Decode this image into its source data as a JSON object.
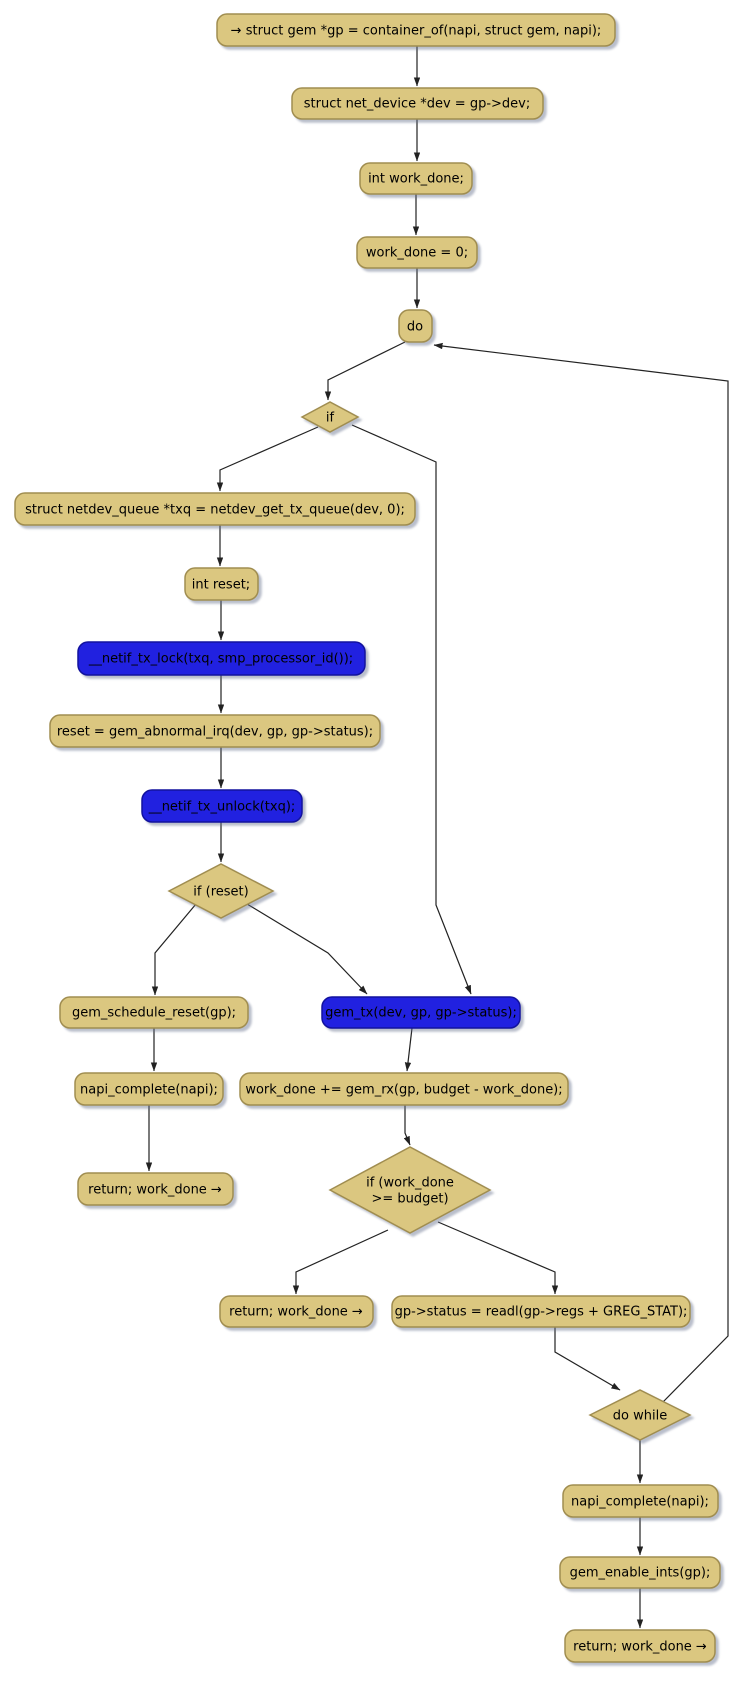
{
  "flowchart": {
    "colors": {
      "background": "#ffffff",
      "node_fill": "#dbc780",
      "node_border": "#a08d50",
      "highlight_fill": "#2121e0",
      "highlight_border": "#12129e",
      "text": "#000000",
      "edge": "#222222",
      "shadow": "#6e7a8c"
    },
    "nodes": {
      "start": {
        "label": "→ struct gem *gp = container_of(napi, struct gem, napi);",
        "shape": "rounded",
        "highlighted": false
      },
      "net_device": {
        "label": "struct net_device *dev = gp->dev;",
        "shape": "rounded",
        "highlighted": false
      },
      "work_done_decl": {
        "label": "int work_done;",
        "shape": "rounded",
        "highlighted": false
      },
      "work_done_init": {
        "label": "work_done = 0;",
        "shape": "rounded",
        "highlighted": false
      },
      "do_loop": {
        "label": "do",
        "shape": "rounded",
        "highlighted": false
      },
      "if_cond": {
        "label": "if",
        "shape": "diamond",
        "highlighted": false
      },
      "txq": {
        "label": "struct netdev_queue *txq = netdev_get_tx_queue(dev, 0);",
        "shape": "rounded",
        "highlighted": false
      },
      "reset_decl": {
        "label": "int reset;",
        "shape": "rounded",
        "highlighted": false
      },
      "tx_lock": {
        "label": "__netif_tx_lock(txq, smp_processor_id());",
        "shape": "rounded",
        "highlighted": true
      },
      "abnormal_irq": {
        "label": "reset = gem_abnormal_irq(dev, gp, gp->status);",
        "shape": "rounded",
        "highlighted": false
      },
      "tx_unlock": {
        "label": "__netif_tx_unlock(txq);",
        "shape": "rounded",
        "highlighted": true
      },
      "if_reset": {
        "label": "if (reset)",
        "shape": "diamond",
        "highlighted": false
      },
      "schedule_reset": {
        "label": "gem_schedule_reset(gp);",
        "shape": "rounded",
        "highlighted": false
      },
      "gem_tx": {
        "label": "gem_tx(dev, gp, gp->status);",
        "shape": "rounded",
        "highlighted": true
      },
      "napi_complete_1": {
        "label": "napi_complete(napi);",
        "shape": "rounded",
        "highlighted": false
      },
      "gem_rx": {
        "label": "work_done += gem_rx(gp, budget - work_done);",
        "shape": "rounded",
        "highlighted": false
      },
      "return_1": {
        "label": "return; work_done →",
        "shape": "rounded",
        "highlighted": false
      },
      "if_budget": {
        "label_line1": "if (work_done",
        "label_line2": ">= budget)",
        "shape": "diamond",
        "highlighted": false
      },
      "return_2": {
        "label": "return; work_done →",
        "shape": "rounded",
        "highlighted": false
      },
      "read_status": {
        "label": "gp->status = readl(gp->regs + GREG_STAT);",
        "shape": "rounded",
        "highlighted": false
      },
      "do_while": {
        "label": "do while",
        "shape": "diamond",
        "highlighted": false
      },
      "napi_complete_2": {
        "label": "napi_complete(napi);",
        "shape": "rounded",
        "highlighted": false
      },
      "enable_ints": {
        "label": "gem_enable_ints(gp);",
        "shape": "rounded",
        "highlighted": false
      },
      "return_3": {
        "label": "return; work_done →",
        "shape": "rounded",
        "highlighted": false
      }
    },
    "edges": [
      {
        "from": "start",
        "to": "net_device"
      },
      {
        "from": "net_device",
        "to": "work_done_decl"
      },
      {
        "from": "work_done_decl",
        "to": "work_done_init"
      },
      {
        "from": "work_done_init",
        "to": "do_loop"
      },
      {
        "from": "do_loop",
        "to": "if_cond"
      },
      {
        "from": "if_cond",
        "to": "txq"
      },
      {
        "from": "if_cond",
        "to": "gem_tx"
      },
      {
        "from": "txq",
        "to": "reset_decl"
      },
      {
        "from": "reset_decl",
        "to": "tx_lock"
      },
      {
        "from": "tx_lock",
        "to": "abnormal_irq"
      },
      {
        "from": "abnormal_irq",
        "to": "tx_unlock"
      },
      {
        "from": "tx_unlock",
        "to": "if_reset"
      },
      {
        "from": "if_reset",
        "to": "schedule_reset"
      },
      {
        "from": "if_reset",
        "to": "gem_tx"
      },
      {
        "from": "schedule_reset",
        "to": "napi_complete_1"
      },
      {
        "from": "napi_complete_1",
        "to": "return_1"
      },
      {
        "from": "gem_tx",
        "to": "gem_rx"
      },
      {
        "from": "gem_rx",
        "to": "if_budget"
      },
      {
        "from": "if_budget",
        "to": "return_2"
      },
      {
        "from": "if_budget",
        "to": "read_status"
      },
      {
        "from": "read_status",
        "to": "do_while"
      },
      {
        "from": "do_while",
        "to": "do_loop"
      },
      {
        "from": "do_while",
        "to": "napi_complete_2"
      },
      {
        "from": "napi_complete_2",
        "to": "enable_ints"
      },
      {
        "from": "enable_ints",
        "to": "return_3"
      }
    ]
  }
}
